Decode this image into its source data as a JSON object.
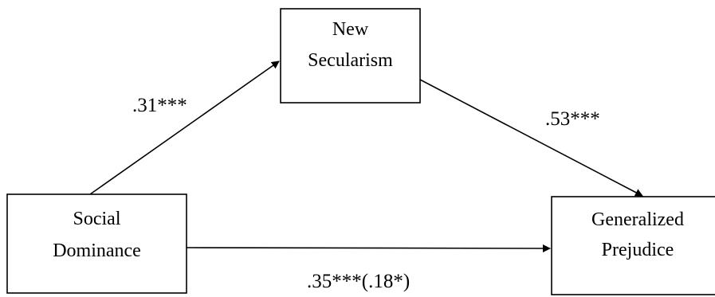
{
  "nodes": {
    "new_secularism": {
      "line1": "New",
      "line2": "Secularism"
    },
    "social_dominance": {
      "line1": "Social",
      "line2": "Dominance"
    },
    "generalized_prejudice": {
      "line1": "Generalized",
      "line2": "Prejudice"
    }
  },
  "edges": {
    "sd_to_ns": {
      "label": ".31***"
    },
    "ns_to_gp": {
      "label": ".53***"
    },
    "sd_to_gp": {
      "label": ".35***(.18*)"
    }
  },
  "colors": {
    "stroke": "#000000",
    "background": "#ffffff"
  }
}
